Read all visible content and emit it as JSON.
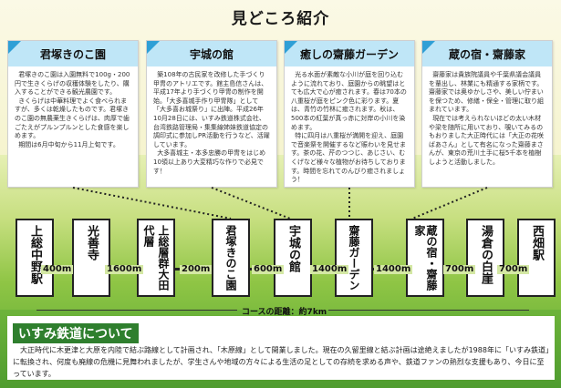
{
  "title": "見どころ紹介",
  "cards": [
    {
      "title": "君塚きのこ園",
      "paragraphs": [
        "君塚きのこ園は入園無料で100g・200円で生きくらげの収穫体験をしたり、購入することができる観光農園です。",
        "きくらげは中華料理でよく食べられますが、多くは乾燥したものです。君塚きのこ園の無農薬生きくらげは、肉厚で歯ごたえがプルンプルンとした食感を楽しめます。",
        "期間は6月中旬から11月上旬です。"
      ]
    },
    {
      "title": "宇城の館",
      "paragraphs": [
        "築108年の古民家を改修した手づくり甲冑のアトリエです。館主島信さんは、平成17年より手づくり甲冑の制作を開始。「大多喜城手作り甲冑隊」として「大多喜お城祭り」に出陣。平成26年10月28日には、いすみ鉄道株式会社、台湾鉄路管理局・集集線姉妹鉄道協定の調印式に参加しPR活動を行うなど、活躍しています。",
        "大多喜城主・本多忠勝の甲冑をはじめ10領以上あり大変精巧な作りで必見です！"
      ]
    },
    {
      "title": "癒しの齋藤ガーデン",
      "paragraphs": [
        "光る水面が素敵な小川が庭を回り込むように流れており、庭園からの眺望はとても広大で心が癒されます。春は70本の八重桜が庭をピンク色に彩ります。夏は、青竹の竹林に癒されます。秋は、500本の紅葉が真っ赤に対岸の小川を染めます。",
        "特に四月は八重桜が満開を迎え、庭園で音楽祭を開催するなど賑わいを見せます。茶の花、芹のつつじ、あじさい、むくげなど様々な植物がお待ちしております。時間を忘れてのんびり癒されましょう！"
      ]
    },
    {
      "title": "蔵の宿・齋藤家",
      "paragraphs": [
        "齋藤家は貴族院議員や千葉県議会議員を輩出し、林業にも精通する家柄です。齋藤家では奥ゆかしさや、美しい佇まいを保つため、修繕・保全・管理に取り組まれています。",
        "現在では考えられないほどの太い木材や梁を随所に用いており、覗いてみるのもおりました大正時代には「大正の花咲ばあさん」として有名になった齋藤まさんが、東京の荒川土手に桜5千本を植樹しようと活動しました。"
      ]
    }
  ],
  "stations": [
    "上総中野駅",
    "光善寺",
    "上総層群大田代層",
    "君塚きのこ園",
    "宇城の館",
    "齋藤ガーデン",
    "蔵の宿・齋藤家",
    "湯倉の白崖",
    "西畑駅"
  ],
  "distances": [
    "400m",
    "1600m",
    "200m",
    "600m",
    "1400m",
    "1400m",
    "700m",
    "700m"
  ],
  "course_length": "コースの距離：約7km",
  "about": {
    "title": "いすみ鉄道について",
    "text": "大正時代に木更津と大原を内陸で結ぶ路線として計画され、「木原線」として開業しました。現在の久留里線と結ぶ計画は途絶えましたが1988年に「いすみ鉄道」に転換され、何度も廃線の危機に見舞われましたが、学生さんや地域の方々による生活の足としての存続を求める声や、鉄道ファンの熱烈な支援もあり、今日に至っています。"
  },
  "colors": {
    "card_header": "#bfe6f7",
    "card_accent": "#2f9fd6",
    "about_title_bg": "#2f7f2e",
    "grass": "#6fb43a"
  }
}
